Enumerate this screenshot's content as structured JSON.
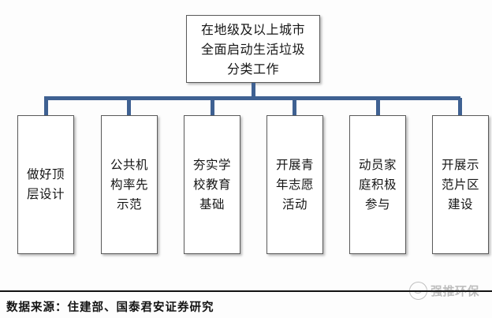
{
  "diagram": {
    "type": "org-chart",
    "root": {
      "label": "在地级及以上城市全面启动生活垃圾分类工作"
    },
    "children": [
      {
        "label": "做好顶层设计"
      },
      {
        "label": "公共机构率先示范"
      },
      {
        "label": "夯实学校教育基础"
      },
      {
        "label": "开展青年志愿活动"
      },
      {
        "label": "动员家庭积极参与"
      },
      {
        "label": "开展示范片区建设"
      }
    ],
    "connector_color": "#3f6192",
    "box_border_color": "#5a5a5a",
    "box_fill_color": "#ffffff",
    "background_color": "#fdfdfd"
  },
  "footer": {
    "source": "数据来源：住建部、国泰君安证券研究"
  },
  "watermark": {
    "text": "强推环保",
    "logo_icon": "circle-leaf-icon"
  }
}
